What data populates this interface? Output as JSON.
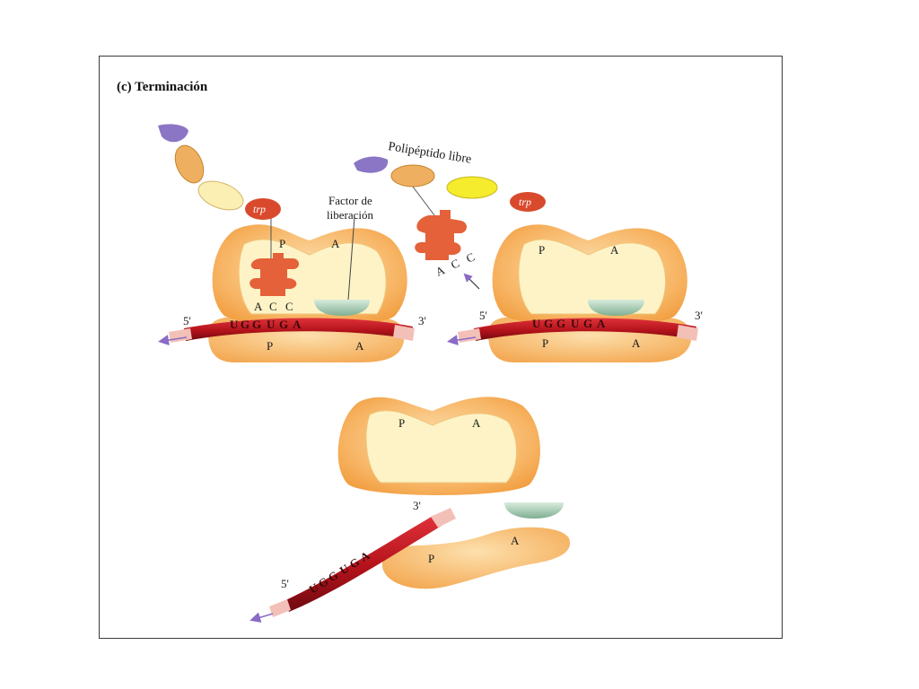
{
  "title": "(c) Terminación",
  "labels": {
    "factor_line1": "Factor de",
    "factor_line2": "liberación",
    "polipeptido": "Polipéptido libre",
    "trp": "trp"
  },
  "sites": {
    "p": "P",
    "a": "A"
  },
  "anticodon": [
    "A",
    "C",
    "C"
  ],
  "mrna": {
    "five_prime": "5'",
    "three_prime": "3'",
    "codons": [
      "U",
      "G",
      "G",
      "U",
      "G",
      "A"
    ]
  },
  "colors": {
    "ribosome_outer": "#f7b565",
    "ribosome_inner": "#fdf3c6",
    "mrna": "#b3121b",
    "trna": "#e4613a",
    "release_factor": "#9cc4aa",
    "amino_violet": "#8a76c4",
    "amino_tan": "#eeb060",
    "amino_cream": "#fbefb3",
    "amino_yellow": "#f4ec2c",
    "trp": "#d94a2d",
    "arrow": "#8a6bc5"
  }
}
